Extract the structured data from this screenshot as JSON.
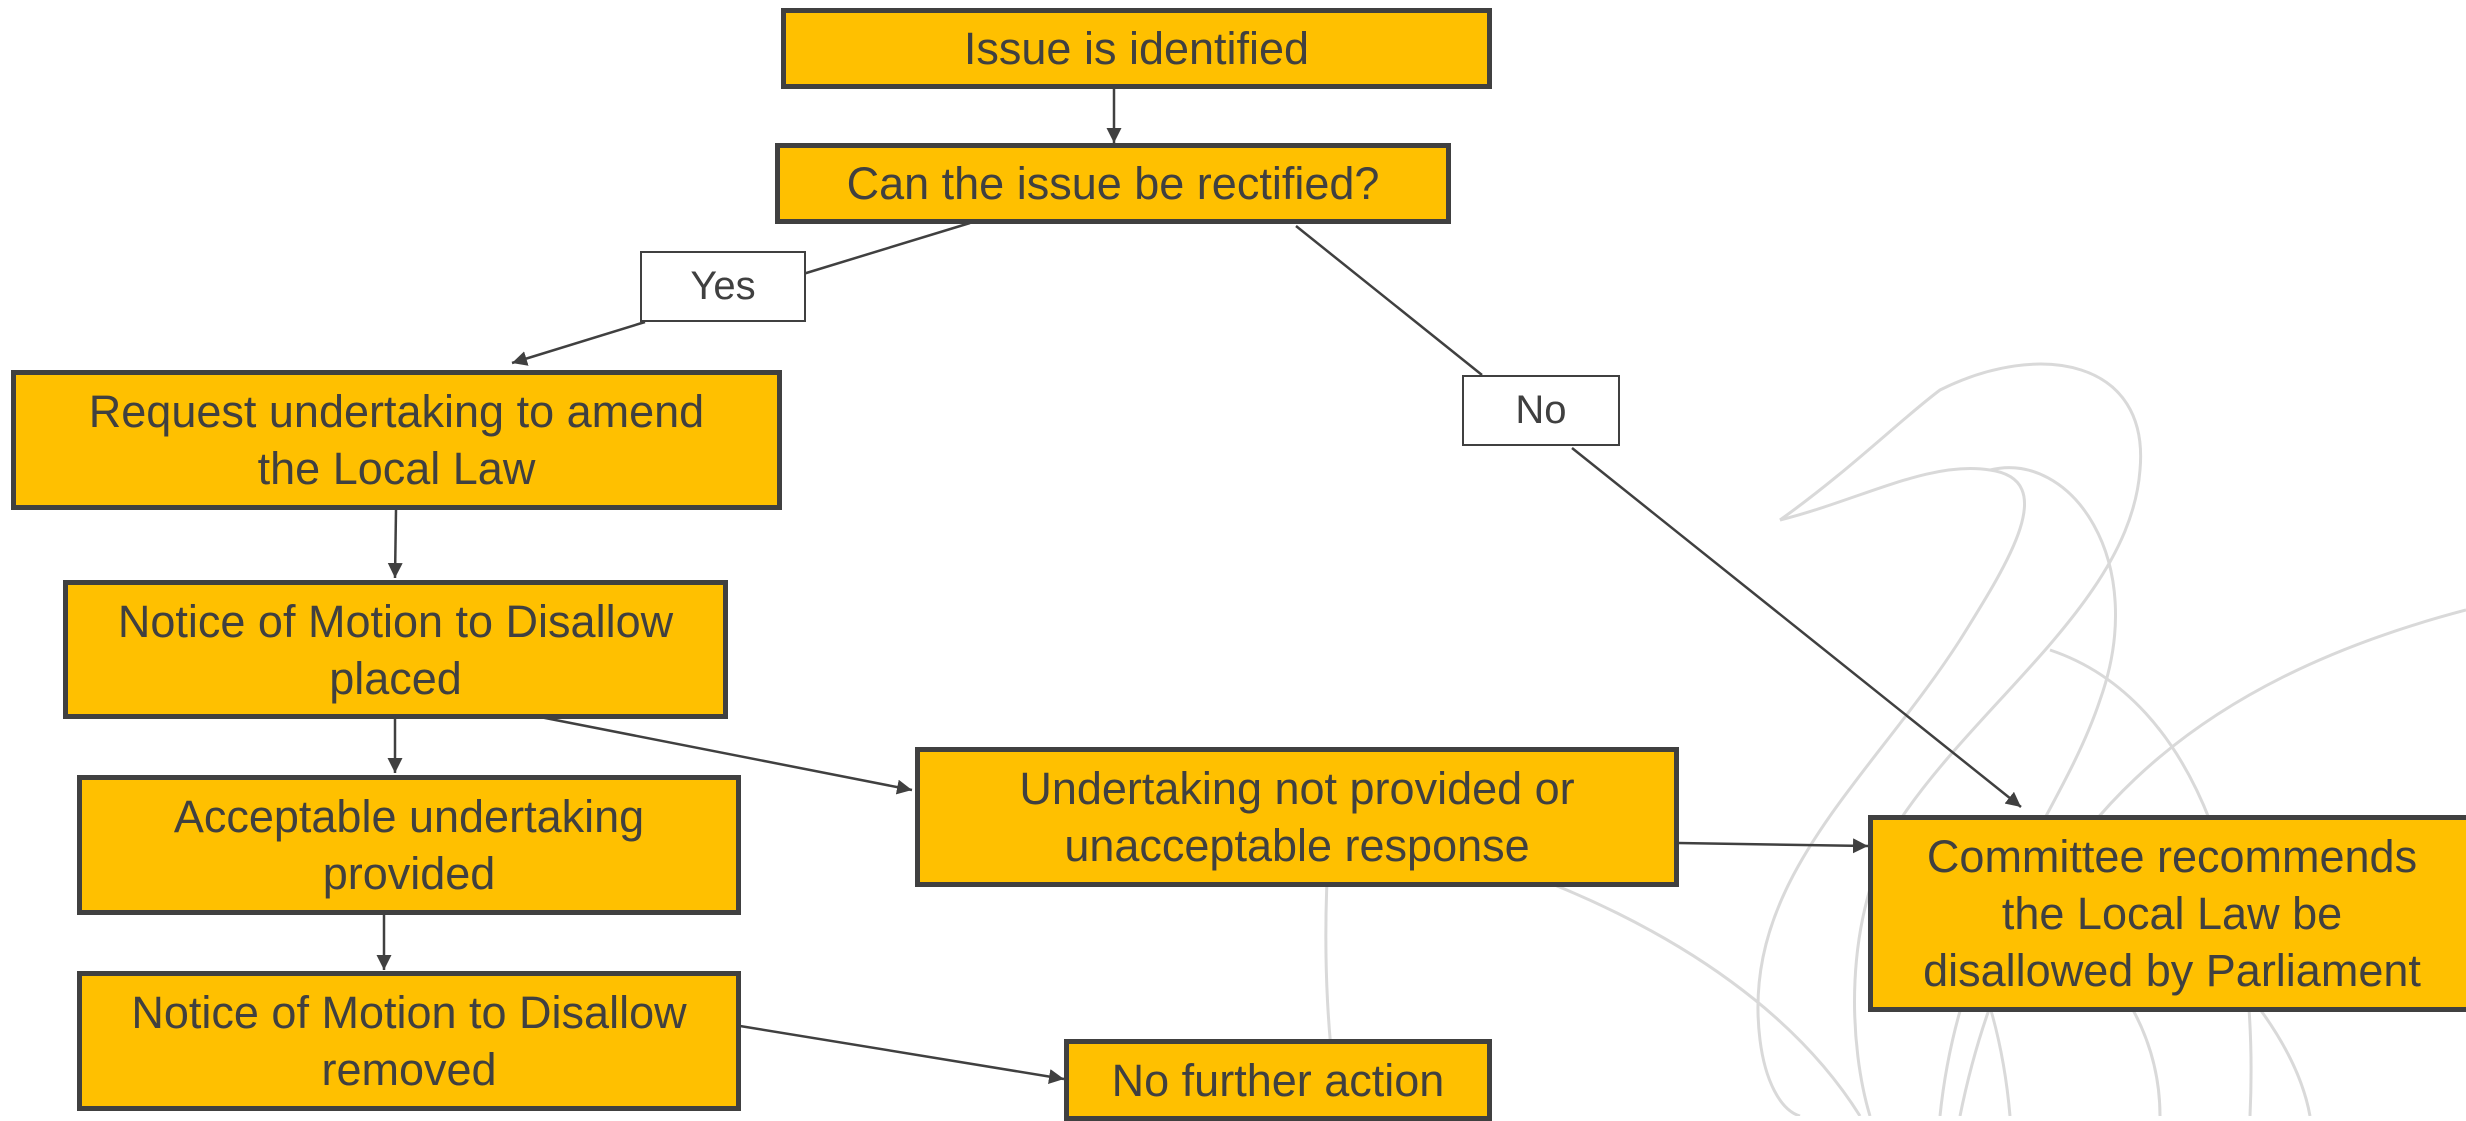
{
  "nodes": {
    "issue_identified": "Issue is identified",
    "can_rectify": "Can the issue be rectified?",
    "request_undertaking": "Request undertaking to amend the Local Law",
    "notice_placed": "Notice of Motion to Disallow placed",
    "acceptable_undertaking": "Acceptable undertaking provided",
    "notice_removed": "Notice of Motion to Disallow removed",
    "not_provided": "Undertaking not provided or unacceptable response",
    "no_further_action": "No further action",
    "committee_recommends": "Committee recommends the Local Law be disallowed by Parliament"
  },
  "edge_labels": {
    "yes": "Yes",
    "no": "No"
  },
  "colors": {
    "box_fill": "#FFC000",
    "box_border": "#404040",
    "text": "#404040",
    "connector": "#404040",
    "watermark": "#D9D9D9"
  }
}
